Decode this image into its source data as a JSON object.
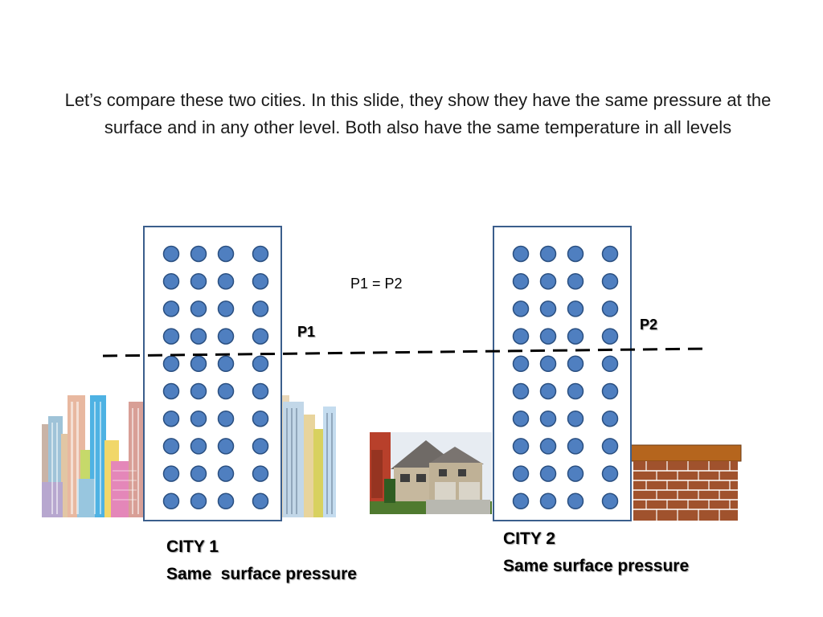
{
  "caption": "Let’s compare these two cities. In this slide, they show they have the same pressure at the surface and in any other level. Both also have the same temperature in all levels",
  "equation_label": "P1 = P2",
  "level_label_1": "P1",
  "level_label_2": "P2",
  "city1": {
    "name": "CITY 1",
    "description": "Same  surface pressure"
  },
  "city2": {
    "name": "CITY 2",
    "description": "Same surface pressure"
  },
  "columns": {
    "rows": 10,
    "dots_per_row": 4
  },
  "colors": {
    "column_border": "#3b5e8c",
    "dot_fill": "#4f7fc0",
    "dot_stroke": "#2a4f80",
    "brick": "#a0522d",
    "brick_mortar": "#ffffff",
    "brick_cap": "#b5651d"
  }
}
